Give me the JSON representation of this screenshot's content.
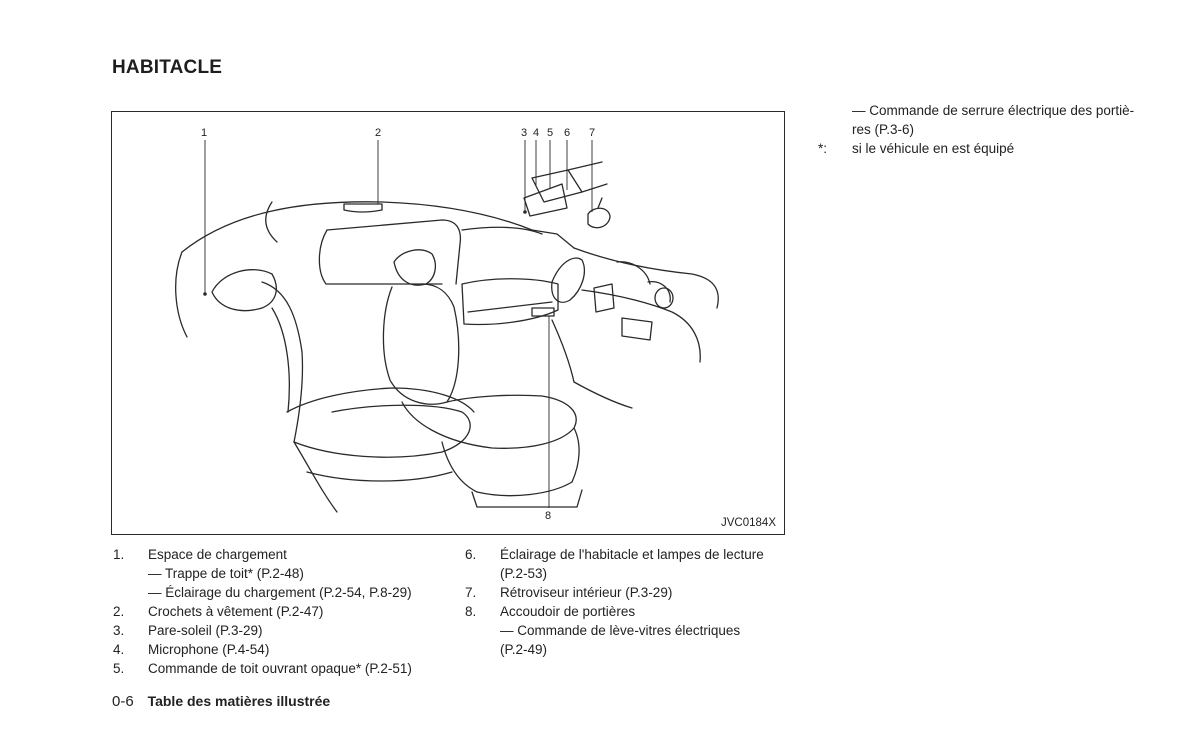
{
  "section_title": "HABITACLE",
  "figure": {
    "code": "JVC0184X",
    "callouts": [
      "1",
      "2",
      "3",
      "4",
      "5",
      "6",
      "7",
      "8"
    ]
  },
  "legend_left": [
    {
      "num": "1.",
      "text": "Espace de chargement"
    },
    {
      "sub": "— Trappe de toit* (P.2-48)"
    },
    {
      "sub": "— Éclairage du chargement (P.2-54, P.8-29)"
    },
    {
      "num": "2.",
      "text": "Crochets à vêtement (P.2-47)"
    },
    {
      "num": "3.",
      "text": "Pare-soleil (P.3-29)"
    },
    {
      "num": "4.",
      "text": "Microphone (P.4-54)"
    },
    {
      "num": "5.",
      "text": "Commande de toit ouvrant opaque* (P.2-51)"
    }
  ],
  "legend_mid": [
    {
      "num": "6.",
      "text": "Éclairage de l'habitacle et lampes de lecture",
      "cont": "(P.2-53)"
    },
    {
      "num": "7.",
      "text": "Rétroviseur intérieur (P.3-29)"
    },
    {
      "num": "8.",
      "text": "Accoudoir de portières"
    },
    {
      "sub": "— Commande de lève-vitres électriques",
      "cont": "(P.2-49)"
    }
  ],
  "notes_right": {
    "line1": "— Commande de serrure électrique des portiè-",
    "line2": "res (P.3-6)",
    "footnote_symbol": "*:",
    "footnote_text": "si le véhicule en est équipé"
  },
  "footer": {
    "page_number": "0-6",
    "title": "Table des matières illustrée"
  }
}
